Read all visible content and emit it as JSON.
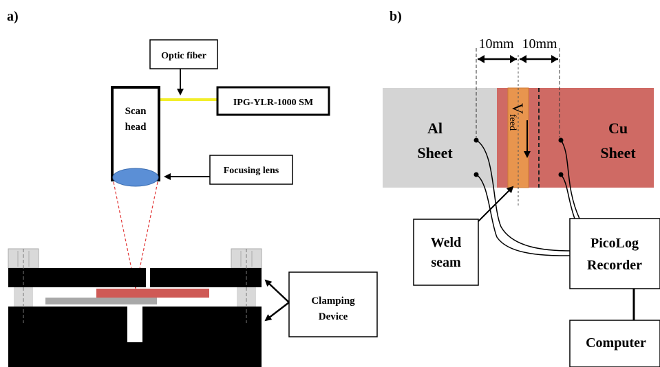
{
  "panel_a": {
    "label": "a)",
    "optic_fiber": "Optic fiber",
    "laser_source": "IPG-YLR-1000 SM",
    "scan_head_line1": "Scan",
    "scan_head_line2": "head",
    "focusing_lens": "Focusing lens",
    "clamping_line1": "Clamping",
    "clamping_line2": "Device"
  },
  "panel_b": {
    "label": "b)",
    "dim_left": "10mm",
    "dim_right": "10mm",
    "al_line1": "Al",
    "al_line2": "Sheet",
    "cu_line1": "Cu",
    "cu_line2": "Sheet",
    "v_main": "V",
    "v_sub": "feed",
    "weld_line1": "Weld",
    "weld_line2": "seam",
    "picolog_line1": "PicoLog",
    "picolog_line2": "Recorder",
    "computer": "Computer"
  },
  "colors": {
    "fiber": "#f2ee2a",
    "lens": "#5b8fd6",
    "beam": "#e23b3b",
    "al_sheet": "#d4d4d4",
    "cu_sheet": "#cf6a64",
    "weld_seam": "#e8954e",
    "clamp": "#000000",
    "bolt": "#d9d9d9"
  }
}
